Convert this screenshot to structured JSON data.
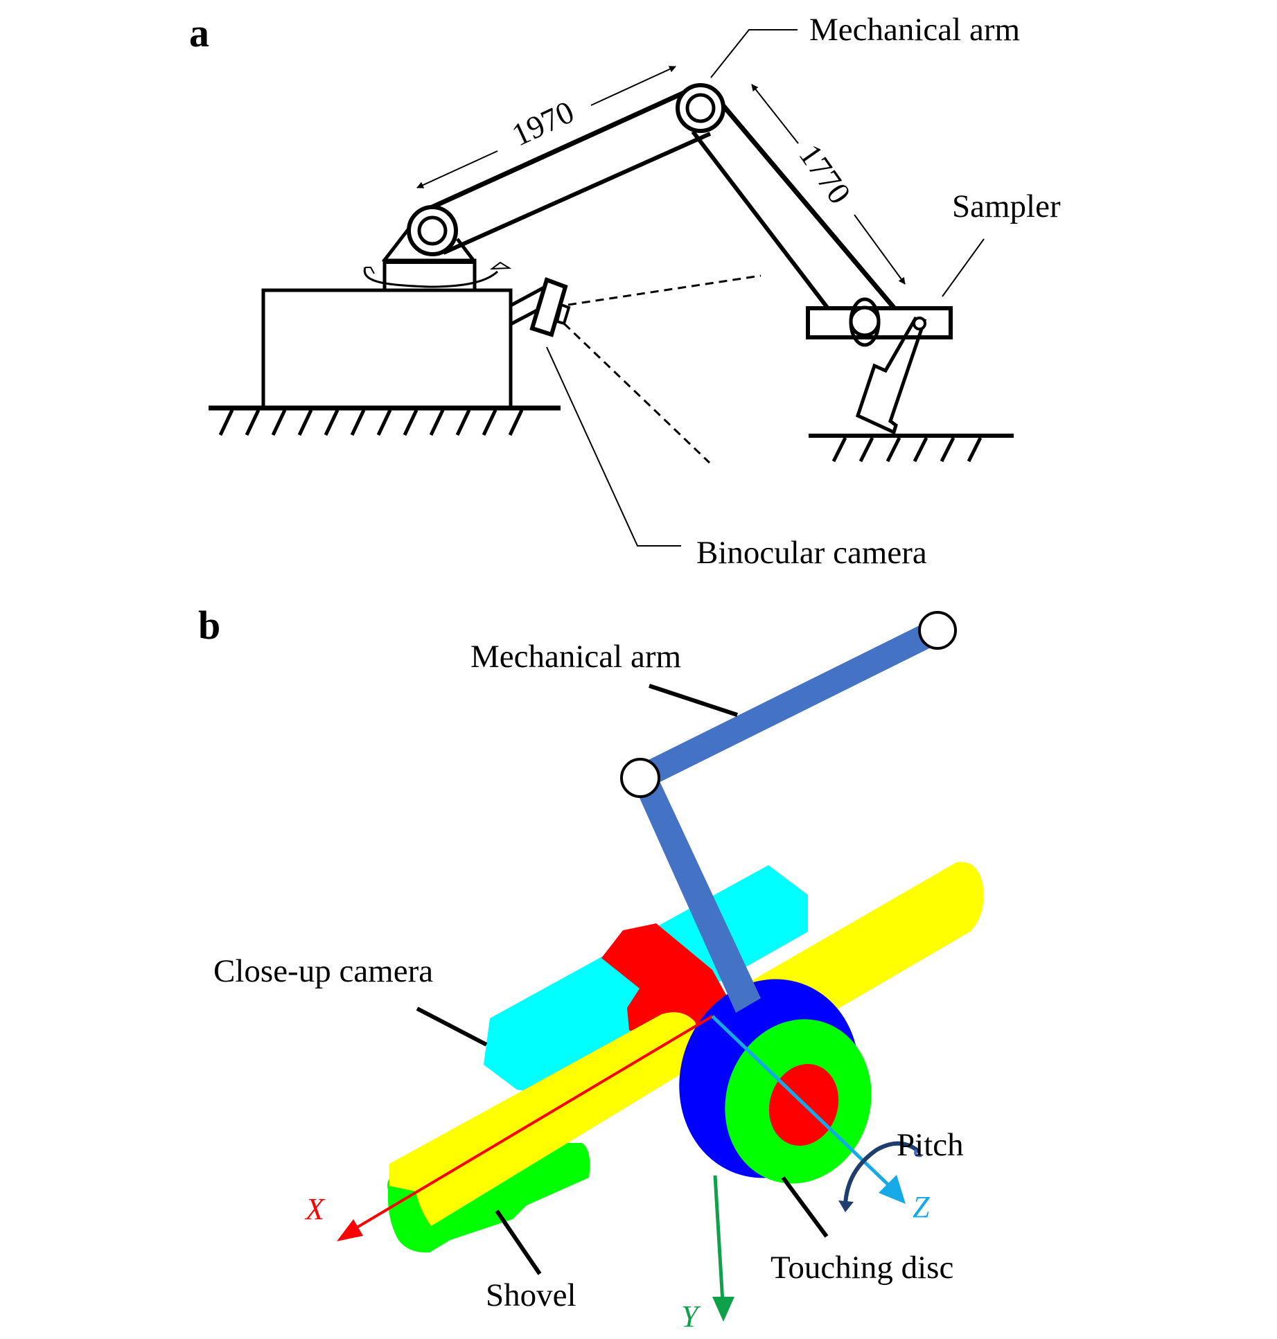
{
  "figure": {
    "panel_a": {
      "label": "a",
      "callouts": {
        "mechanical_arm": "Mechanical arm",
        "sampler": "Sampler",
        "binocular_camera": "Binocular camera"
      },
      "dimensions": {
        "upper_arm_length": "1970",
        "forearm_length": "1770"
      }
    },
    "panel_b": {
      "label": "b",
      "callouts": {
        "mechanical_arm": "Mechanical arm",
        "close_up_camera": "Close-up camera",
        "shovel": "Shovel",
        "touching_disc": "Touching disc",
        "pitch": "Pitch"
      },
      "axes": {
        "x": {
          "label": "X",
          "color": "#ff0000"
        },
        "y": {
          "label": "Y",
          "color": "#0fa04a"
        },
        "z": {
          "label": "Z",
          "color": "#16a9e8"
        }
      },
      "colors": {
        "arm": "#4472c4",
        "camera_body": "#00ffff",
        "rod": "#ffff00",
        "bracket": "#ff0000",
        "disc_outer": "#0000ff",
        "disc_ring": "#00ff00",
        "disc_core": "#ff0000",
        "shovel": "#00ff00",
        "pitch_arrow": "#1f3e6e"
      }
    }
  }
}
